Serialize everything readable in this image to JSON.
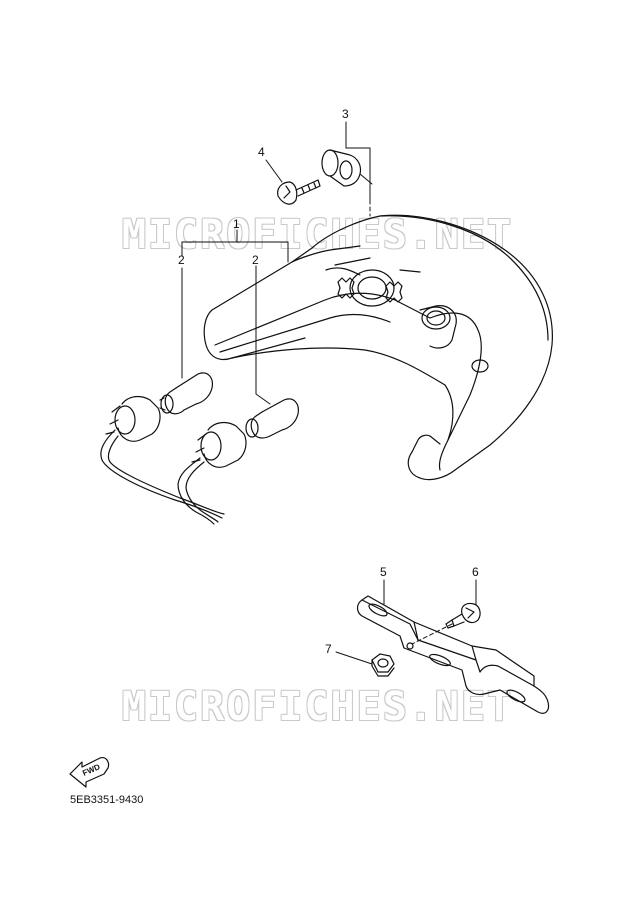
{
  "watermarks": [
    "MICROFICHES.NET",
    "MICROFICHES.NET"
  ],
  "callouts": {
    "c1": "1",
    "c2a": "2",
    "c2b": "2",
    "c3": "3",
    "c4": "4",
    "c5": "5",
    "c6": "6",
    "c7": "7"
  },
  "fwd_label": "FWD",
  "diagram_code": "5EB3351-9430"
}
